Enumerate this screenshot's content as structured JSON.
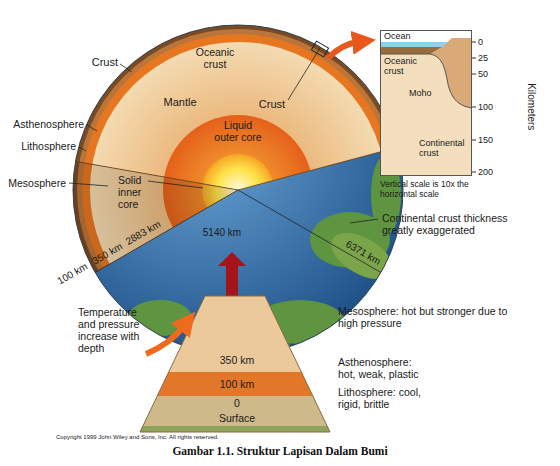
{
  "diagram": {
    "caption": "Gambar 1.1. Struktur Lapisan Dalam Bumi",
    "nodes": [
      {
        "text": [
          "Ocean",
          "Oceanic crust",
          "Moho",
          "Continental crust"
        ]
      }
    ],
    "labels": [
      "Crust",
      "Oceanic crust",
      "Mantle",
      "Crust",
      "Asthenosphere",
      "Lithosphere",
      "Mesosphere",
      "Liquid outer core",
      "Solid inner core",
      "5140 km",
      "6371 km",
      "2883 km",
      "350 km",
      "100 km",
      "0",
      "25",
      "50",
      "100",
      "150",
      "200",
      "Kilometers",
      "Vertical scale is 10x the horizontal scale",
      "Continental crust thickness greatly exaggerated",
      "Temperature and pressure increase with depth",
      "350 km",
      "100 km",
      "0",
      "Surface",
      "Mesosphere: hot but stronger due to high pressure",
      "Asthenosphere: hot, weak, plastic",
      "Lithosphere: cool, rigid, brittle",
      "Copyright 1999 John Wiley and Sons, Inc. All rights reserved."
    ]
  }
}
